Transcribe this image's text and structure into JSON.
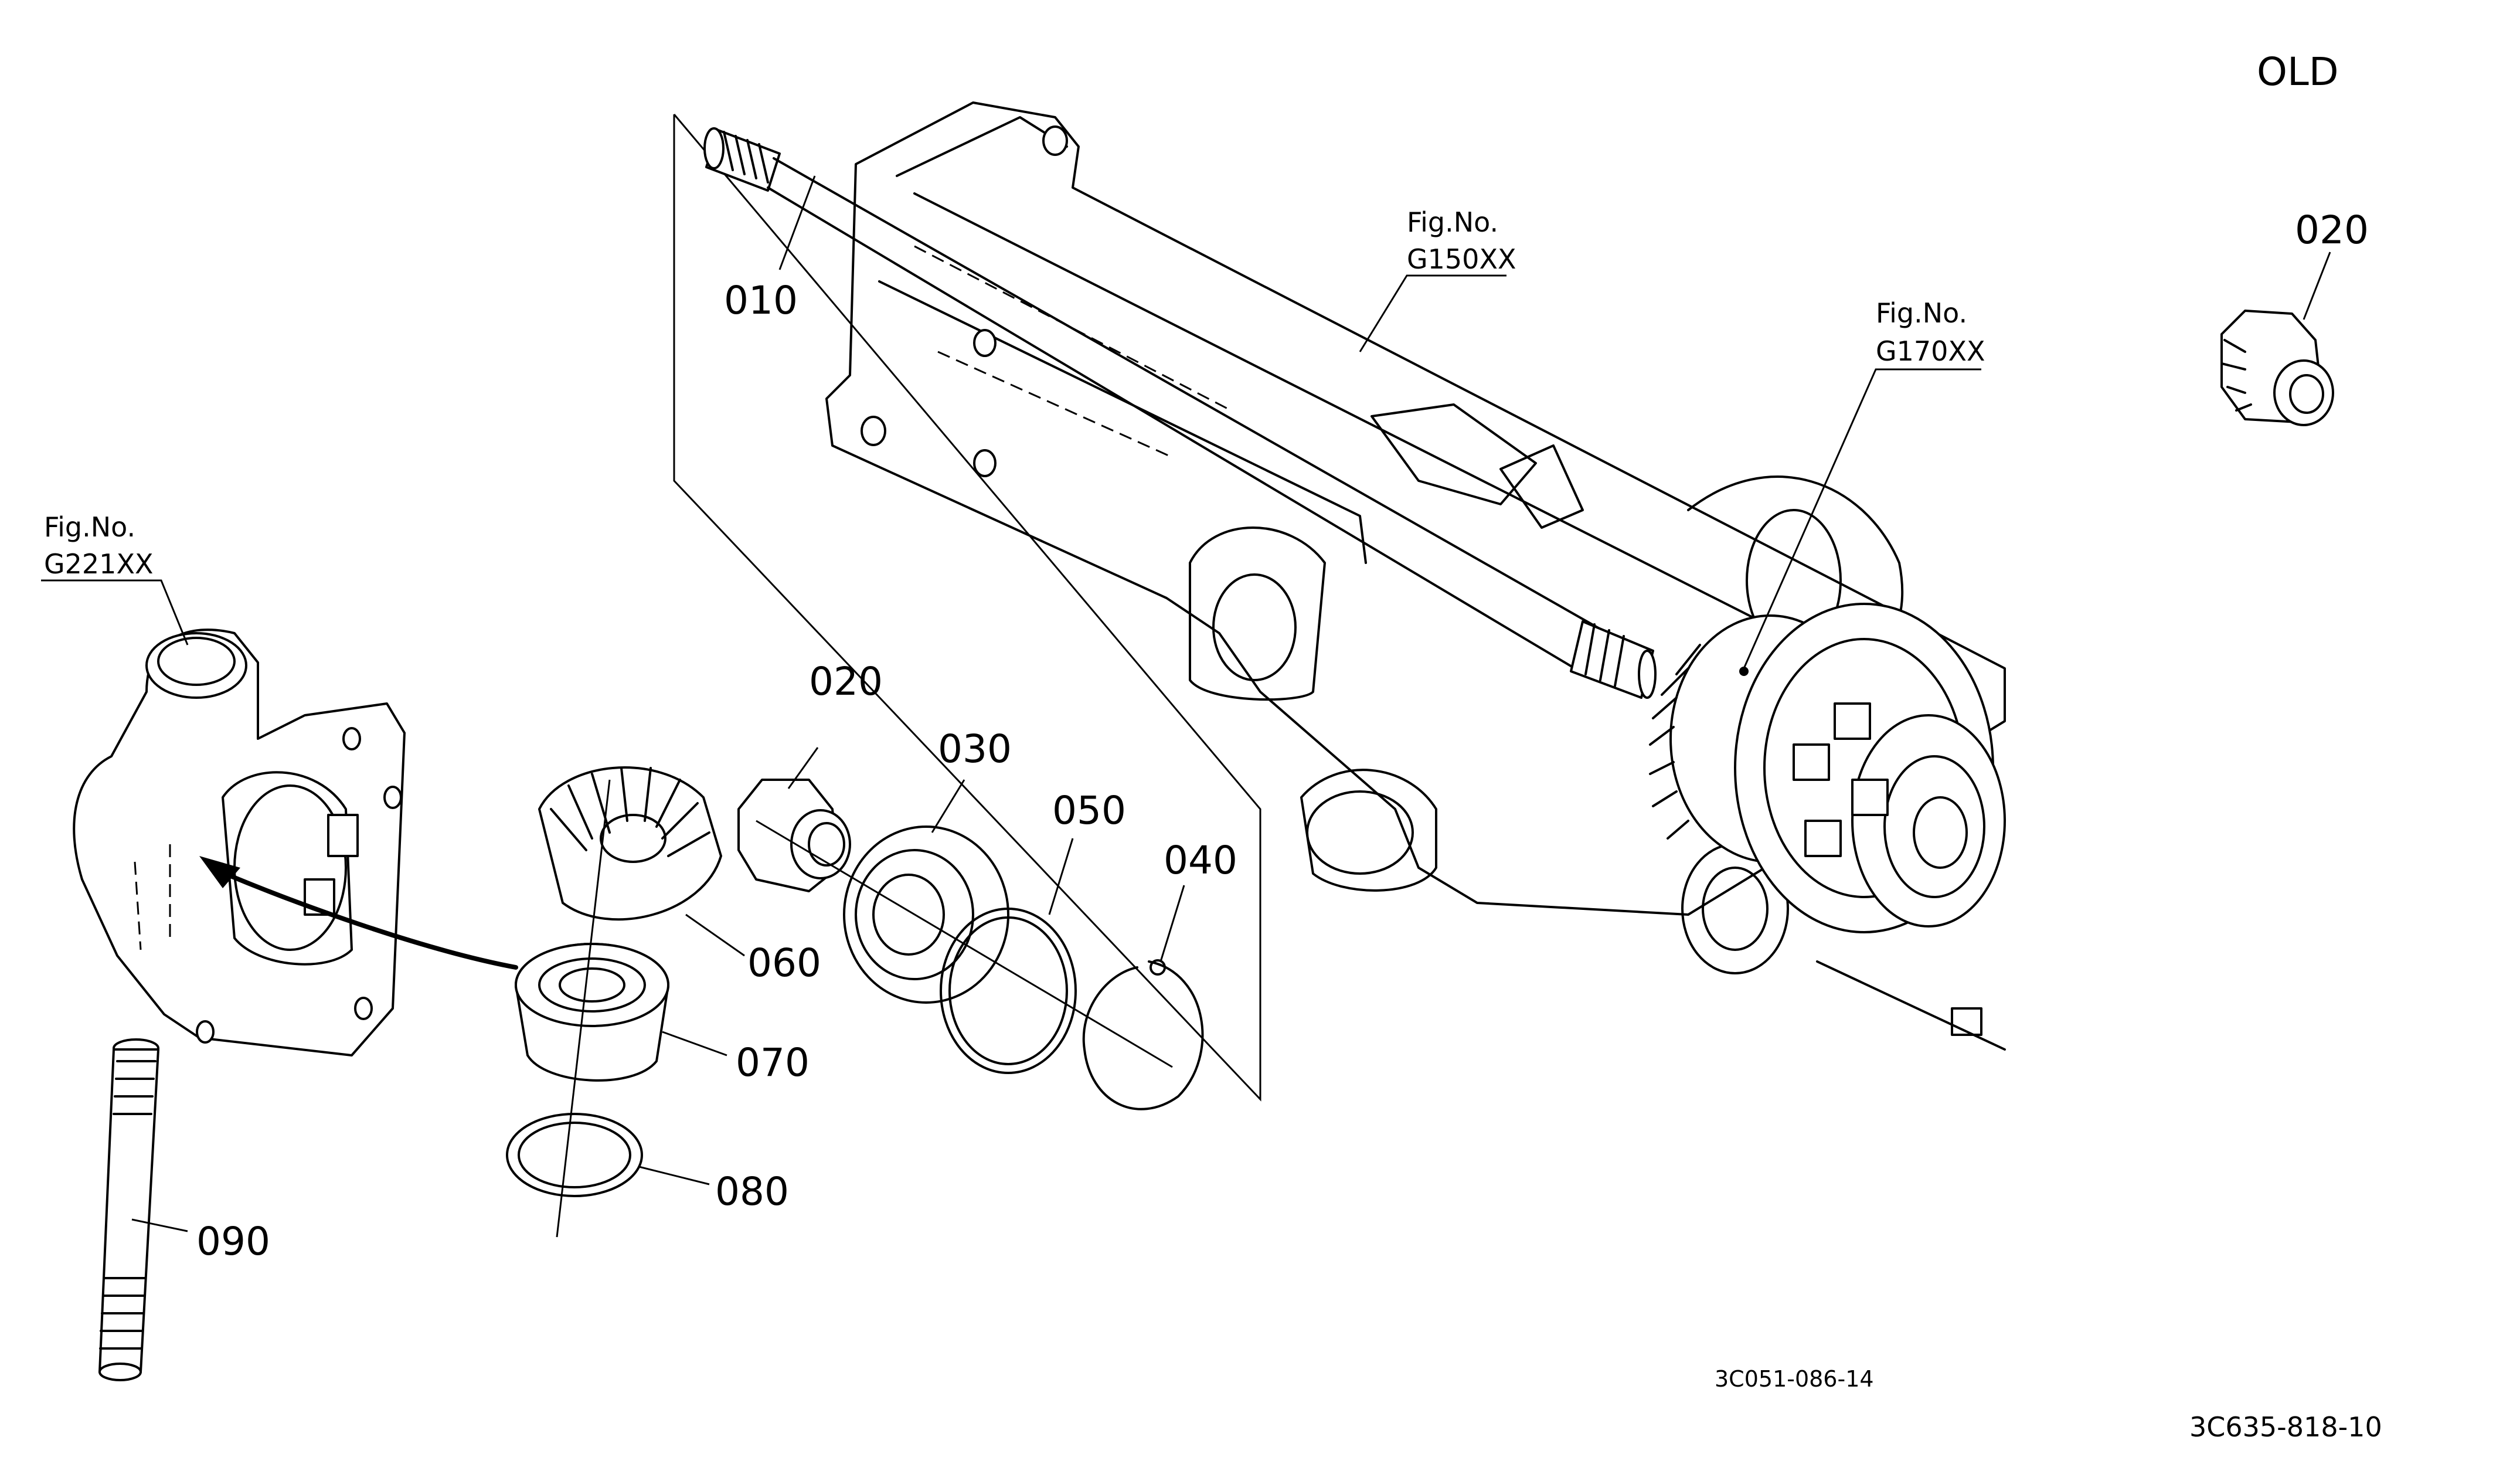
{
  "header": {
    "variant_label": "OLD"
  },
  "callouts": {
    "p010": "010",
    "p020": "020",
    "p020_old": "020",
    "p030": "030",
    "p040": "040",
    "p050": "050",
    "p060": "060",
    "p070": "070",
    "p080": "080",
    "p090": "090"
  },
  "figure_refs": [
    {
      "label": "Fig.No.",
      "code": "G150XX"
    },
    {
      "label": "Fig.No.",
      "code": "G170XX"
    },
    {
      "label": "Fig.No.",
      "code": "G221XX"
    }
  ],
  "footer": {
    "sub_drawing_number": "3C051-086-14",
    "drawing_number": "3C635-818-10"
  }
}
